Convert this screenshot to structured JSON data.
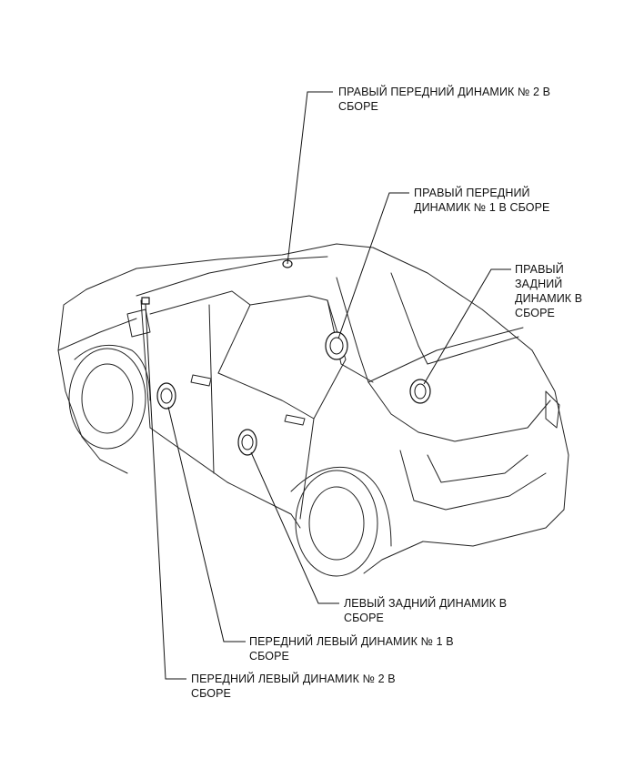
{
  "callouts": {
    "front_right_2": "ПРАВЫЙ ПЕРЕДНИЙ ДИНАМИК № 2 В\nСБОРЕ",
    "front_right_1": "ПРАВЫЙ ПЕРЕДНИЙ\nДИНАМИК № 1 В СБОРЕ",
    "rear_right": "ПРАВЫЙ\nЗАДНИЙ\nДИНАМИК В\nСБОРЕ",
    "rear_left": "ЛЕВЫЙ ЗАДНИЙ ДИНАМИК В\nСБОРЕ",
    "front_left_1": "ПЕРЕДНИЙ ЛЕВЫЙ ДИНАМИК № 1 В\nСБОРЕ",
    "front_left_2": "ПЕРЕДНИЙ ЛЕВЫЙ ДИНАМИК № 2 В\nСБОРЕ"
  }
}
